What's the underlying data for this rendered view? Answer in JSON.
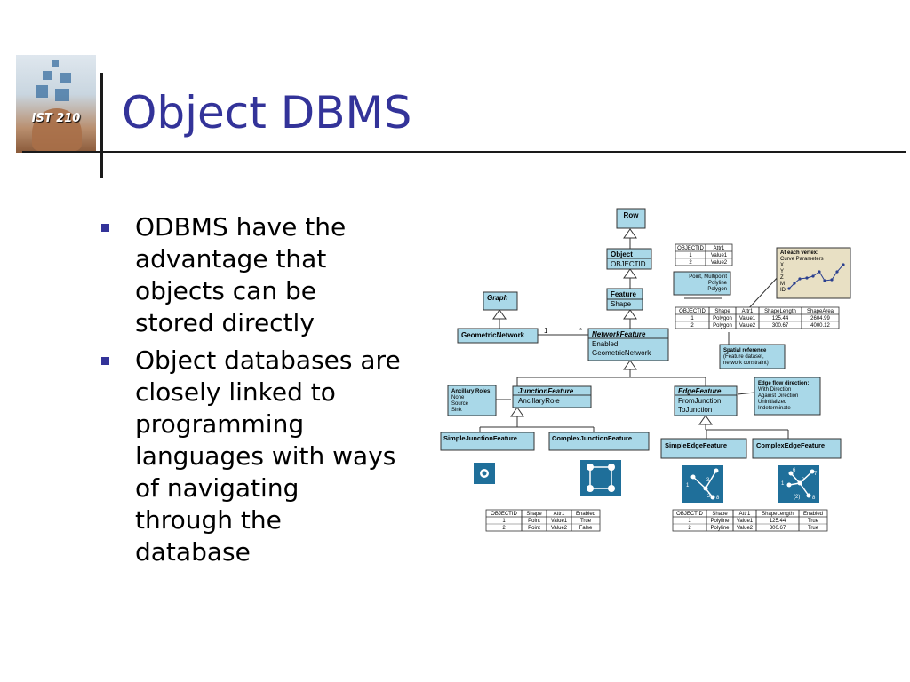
{
  "logo": {
    "label": "IST 210"
  },
  "slide": {
    "title": "Object DBMS",
    "bullets": [
      "ODBMS have the advantage that objects can be stored directly",
      "Object databases are closely linked to programming languages with ways of navigating through the database"
    ]
  },
  "colors": {
    "title": "#333399",
    "bullet": "#333399",
    "class_box": "#a9d8e8",
    "note_box": "#e8e0c4"
  },
  "diagram": {
    "classes": {
      "row": {
        "name": "Row"
      },
      "object": {
        "name": "Object",
        "attrs": [
          "OBJECTID"
        ]
      },
      "feature": {
        "name": "Feature",
        "attrs": [
          "Shape"
        ]
      },
      "graph": {
        "name": "Graph"
      },
      "geometric_network": {
        "name": "GeometricNetwork"
      },
      "network_feature": {
        "name": "NetworkFeature",
        "attrs": [
          "Enabled",
          "GeometricNetwork"
        ]
      },
      "junction_feature": {
        "name": "JunctionFeature",
        "attrs": [
          "AncillaryRole"
        ]
      },
      "edge_feature": {
        "name": "EdgeFeature",
        "attrs": [
          "FromJunction",
          "ToJunction"
        ]
      },
      "simple_junction": {
        "name": "SimpleJunctionFeature"
      },
      "complex_junction": {
        "name": "ComplexJunctionFeature"
      },
      "simple_edge": {
        "name": "SimpleEdgeFeature"
      },
      "complex_edge": {
        "name": "ComplexEdgeFeature"
      }
    },
    "multiplicity": {
      "left": "1",
      "right": "*"
    },
    "notes": {
      "geometry_types": [
        "Point, Multipoint",
        "Polyline",
        "Polygon"
      ],
      "vertex": [
        "At each vertex:",
        "Curve Parameters",
        "X",
        "Y",
        "Z",
        "M",
        "ID"
      ],
      "spatial_ref": [
        "Spatial reference",
        "(Feature dataset,",
        "network constraint)"
      ],
      "ancillary": [
        "Ancillary Roles:",
        "None",
        "Source",
        "Sink"
      ],
      "edge_flow": [
        "Edge flow direction:",
        "With Direction",
        "Against Direction",
        "Uninitialized",
        "Indeterminate"
      ]
    },
    "edge_sample_labels": [
      "1",
      "2",
      "3",
      "8",
      "6",
      "7",
      "1",
      "3",
      "8",
      "(2)"
    ],
    "tables": {
      "object_table": {
        "headers": [
          "OBJECTID",
          "Attr1"
        ],
        "rows": [
          [
            "1",
            "Value1"
          ],
          [
            "2",
            "Value2"
          ]
        ]
      },
      "feature_table": {
        "headers": [
          "OBJECTID",
          "Shape",
          "Attr1",
          "ShapeLength",
          "ShapeArea"
        ],
        "rows": [
          [
            "1",
            "Polygon",
            "Value1",
            "125.44",
            "2604.99"
          ],
          [
            "2",
            "Polygon",
            "Value2",
            "300.67",
            "4000.12"
          ]
        ]
      },
      "junction_table": {
        "headers": [
          "OBJECTID",
          "Shape",
          "Attr1",
          "Enabled"
        ],
        "rows": [
          [
            "1",
            "Point",
            "Value1",
            "True"
          ],
          [
            "2",
            "Point",
            "Value2",
            "False"
          ]
        ]
      },
      "edge_table": {
        "headers": [
          "OBJECTID",
          "Shape",
          "Attr1",
          "ShapeLength",
          "Enabled"
        ],
        "rows": [
          [
            "1",
            "Polyline",
            "Value1",
            "125.44",
            "True"
          ],
          [
            "2",
            "Polyline",
            "Value2",
            "300.67",
            "True"
          ]
        ]
      }
    }
  }
}
